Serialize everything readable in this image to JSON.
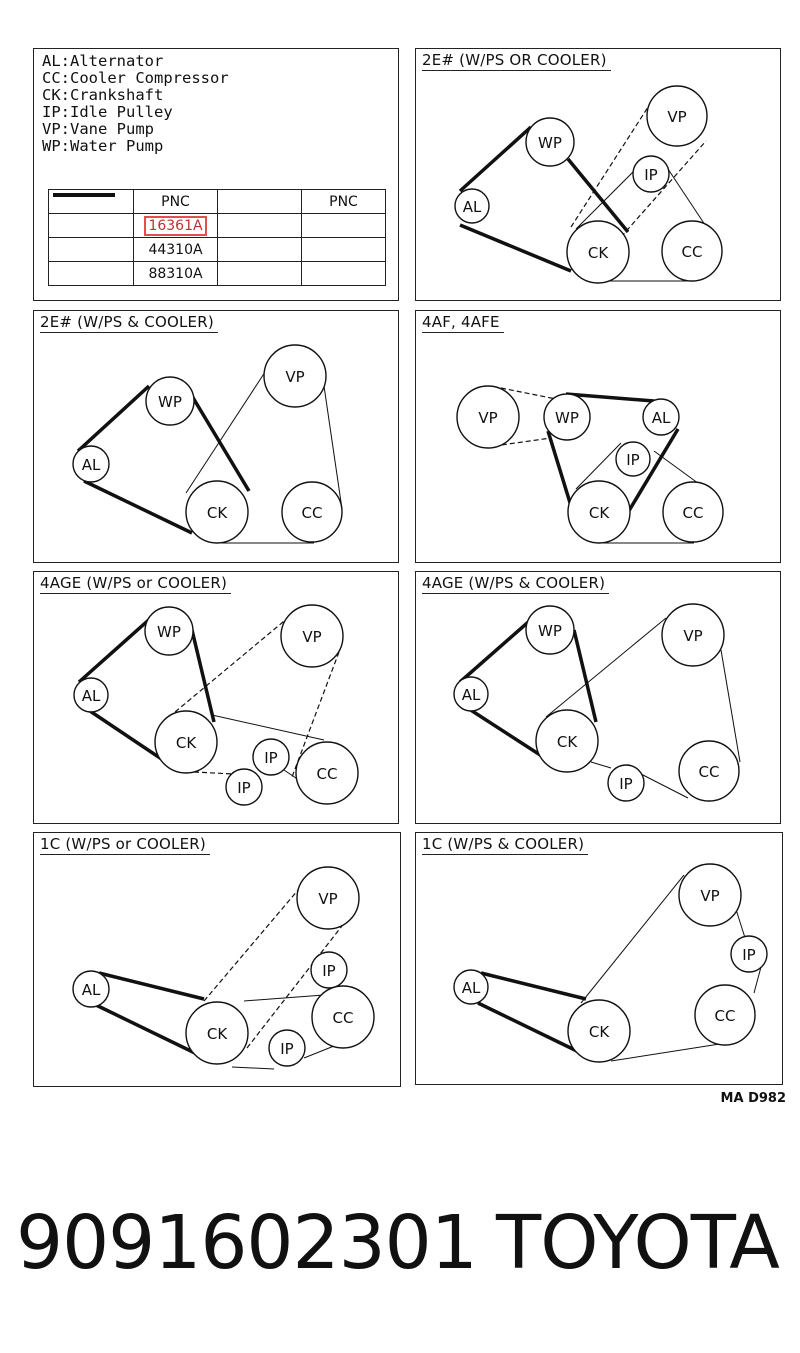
{
  "legend": {
    "items": [
      {
        "code": "AL",
        "name": "Alternator"
      },
      {
        "code": "CC",
        "name": "Cooler Compressor"
      },
      {
        "code": "CK",
        "name": "Crankshaft"
      },
      {
        "code": "IP",
        "name": "Idle Pulley"
      },
      {
        "code": "VP",
        "name": "Vane Pump"
      },
      {
        "code": "WP",
        "name": "Water Pump"
      }
    ],
    "table": {
      "header_left": "PNC",
      "header_right": "PNC",
      "rows": [
        {
          "style": "thick",
          "pnc": "16361A",
          "highlighted": true
        },
        {
          "style": "dashed",
          "pnc": "44310A",
          "highlighted": false
        },
        {
          "style": "thin",
          "pnc": "88310A",
          "highlighted": false
        }
      ],
      "highlight_color": "#e05050"
    }
  },
  "panels": [
    {
      "id": "2e-ps-or-cooler",
      "title": "2E# (W/PS OR COOLER)",
      "pulleys": [
        {
          "label": "VP"
        },
        {
          "label": "WP"
        },
        {
          "label": "IP"
        },
        {
          "label": "AL"
        },
        {
          "label": "CK"
        },
        {
          "label": "CC"
        }
      ]
    },
    {
      "id": "2e-ps-and-cooler",
      "title": "2E# (W/PS & COOLER)",
      "pulleys": [
        {
          "label": "VP"
        },
        {
          "label": "WP"
        },
        {
          "label": "AL"
        },
        {
          "label": "CK"
        },
        {
          "label": "CC"
        }
      ]
    },
    {
      "id": "4af-4afe",
      "title": "4AF, 4AFE",
      "pulleys": [
        {
          "label": "VP"
        },
        {
          "label": "WP"
        },
        {
          "label": "AL"
        },
        {
          "label": "IP"
        },
        {
          "label": "CK"
        },
        {
          "label": "CC"
        }
      ]
    },
    {
      "id": "4age-ps-or-cooler",
      "title": "4AGE (W/PS or COOLER)",
      "pulleys": [
        {
          "label": "WP"
        },
        {
          "label": "VP"
        },
        {
          "label": "AL"
        },
        {
          "label": "CK"
        },
        {
          "label": "IP"
        },
        {
          "label": "CC"
        },
        {
          "label": "IP"
        }
      ]
    },
    {
      "id": "4age-ps-and-cooler",
      "title": "4AGE (W/PS & COOLER)",
      "pulleys": [
        {
          "label": "WP"
        },
        {
          "label": "VP"
        },
        {
          "label": "AL"
        },
        {
          "label": "CK"
        },
        {
          "label": "CC"
        },
        {
          "label": "IP"
        }
      ]
    },
    {
      "id": "1c-ps-or-cooler",
      "title": "1C (W/PS or COOLER)",
      "pulleys": [
        {
          "label": "VP"
        },
        {
          "label": "IP"
        },
        {
          "label": "AL"
        },
        {
          "label": "CC"
        },
        {
          "label": "CK"
        },
        {
          "label": "IP"
        }
      ]
    },
    {
      "id": "1c-ps-and-cooler",
      "title": "1C (W/PS & COOLER)",
      "pulleys": [
        {
          "label": "VP"
        },
        {
          "label": "IP"
        },
        {
          "label": "AL"
        },
        {
          "label": "CC"
        },
        {
          "label": "CK"
        }
      ]
    }
  ],
  "figure_ref": "MA D982",
  "part_number": "9091602301",
  "brand": "TOYOTA"
}
